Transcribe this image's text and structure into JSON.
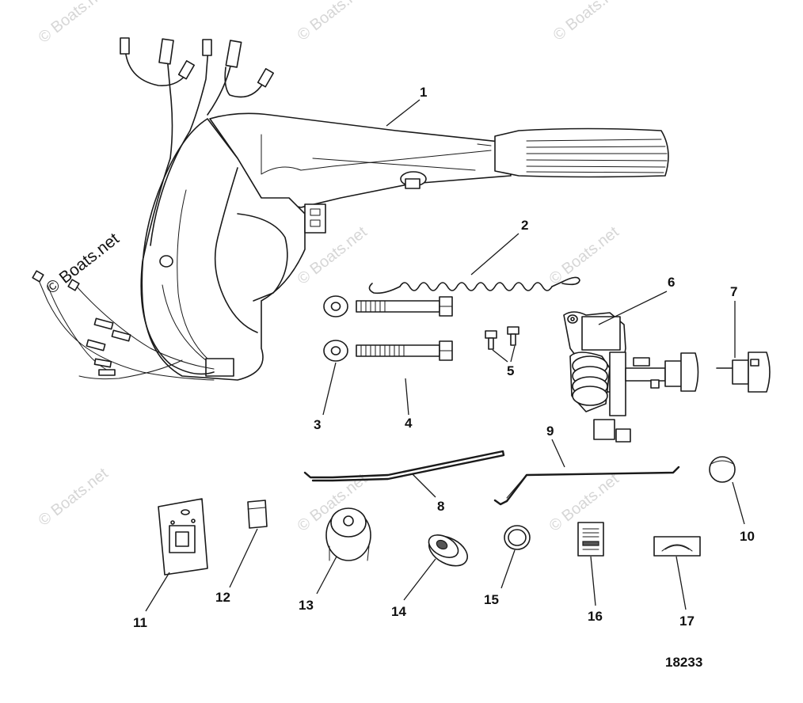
{
  "diagram_number": "18233",
  "watermark_text": "© Boats.net",
  "watermark_prominent": "© Boats.net",
  "parts": [
    {
      "ref": "1"
    },
    {
      "ref": "2"
    },
    {
      "ref": "3"
    },
    {
      "ref": "4"
    },
    {
      "ref": "5"
    },
    {
      "ref": "6"
    },
    {
      "ref": "7"
    },
    {
      "ref": "8"
    },
    {
      "ref": "9"
    },
    {
      "ref": "10"
    },
    {
      "ref": "11"
    },
    {
      "ref": "12"
    },
    {
      "ref": "13"
    },
    {
      "ref": "14"
    },
    {
      "ref": "15"
    },
    {
      "ref": "16"
    },
    {
      "ref": "17"
    }
  ],
  "colors": {
    "line": "#1a1a1a",
    "watermark": "#d6d6d6",
    "background": "#ffffff"
  }
}
